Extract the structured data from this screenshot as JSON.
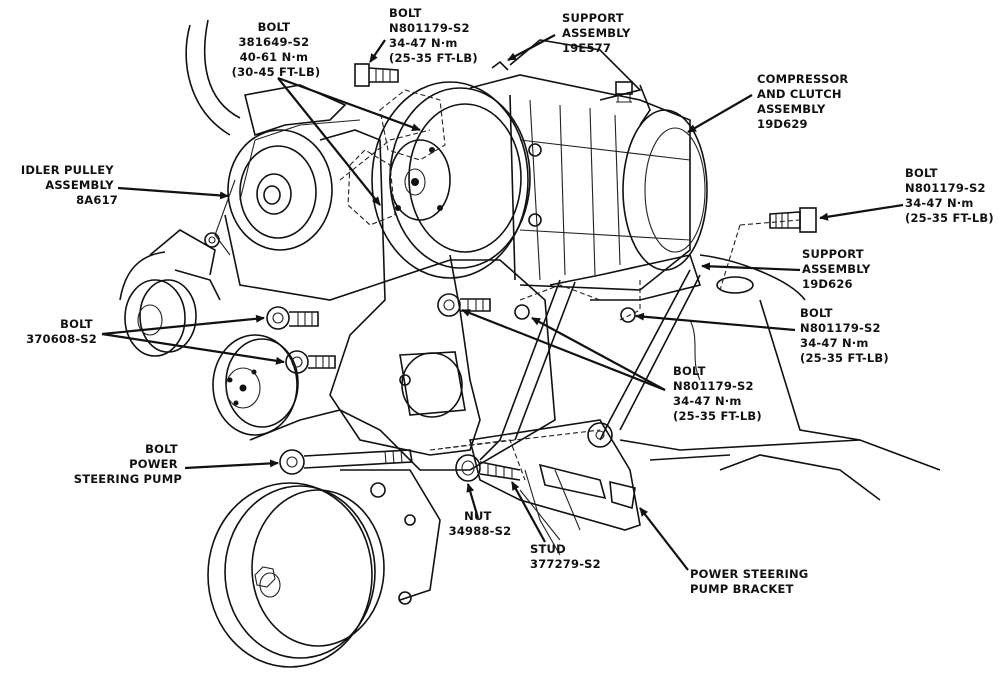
{
  "callouts": [
    {
      "id": "bolt-381649",
      "lines": [
        "BOLT",
        "381649-S2",
        "40-61 N·m",
        "(30-45 FT-LB)"
      ]
    },
    {
      "id": "bolt-n801179-top",
      "lines": [
        "BOLT",
        "N801179-S2",
        "34-47 N·m",
        "(25-35 FT-LB)"
      ]
    },
    {
      "id": "support-19e577",
      "lines": [
        "SUPPORT",
        "ASSEMBLY",
        "19E577"
      ]
    },
    {
      "id": "compressor",
      "lines": [
        "COMPRESSOR",
        "AND CLUTCH",
        "ASSEMBLY",
        "19D629"
      ]
    },
    {
      "id": "idler-pulley",
      "lines": [
        "IDLER PULLEY",
        "ASSEMBLY",
        "8A617"
      ]
    },
    {
      "id": "bolt-n801179-right",
      "lines": [
        "BOLT",
        "N801179-S2",
        "34-47 N·m",
        "(25-35 FT-LB)"
      ]
    },
    {
      "id": "support-19d626",
      "lines": [
        "SUPPORT",
        "ASSEMBLY",
        "19D626"
      ]
    },
    {
      "id": "bolt-n801179-mid-right",
      "lines": [
        "BOLT",
        "N801179-S2",
        "34-47 N·m",
        "(25-35 FT-LB)"
      ]
    },
    {
      "id": "bolt-370608",
      "lines": [
        "BOLT",
        "370608-S2"
      ]
    },
    {
      "id": "bolt-n801179-center",
      "lines": [
        "BOLT",
        "N801179-S2",
        "34-47 N·m",
        "(25-35 FT-LB)"
      ]
    },
    {
      "id": "bolt-ps-pump",
      "lines": [
        "BOLT",
        "POWER",
        "STEERING PUMP"
      ]
    },
    {
      "id": "nut",
      "lines": [
        "NUT",
        "34988-S2"
      ]
    },
    {
      "id": "stud",
      "lines": [
        "STUD",
        "377279-S2"
      ]
    },
    {
      "id": "ps-bracket",
      "lines": [
        "POWER STEERING",
        "PUMP BRACKET"
      ]
    }
  ]
}
